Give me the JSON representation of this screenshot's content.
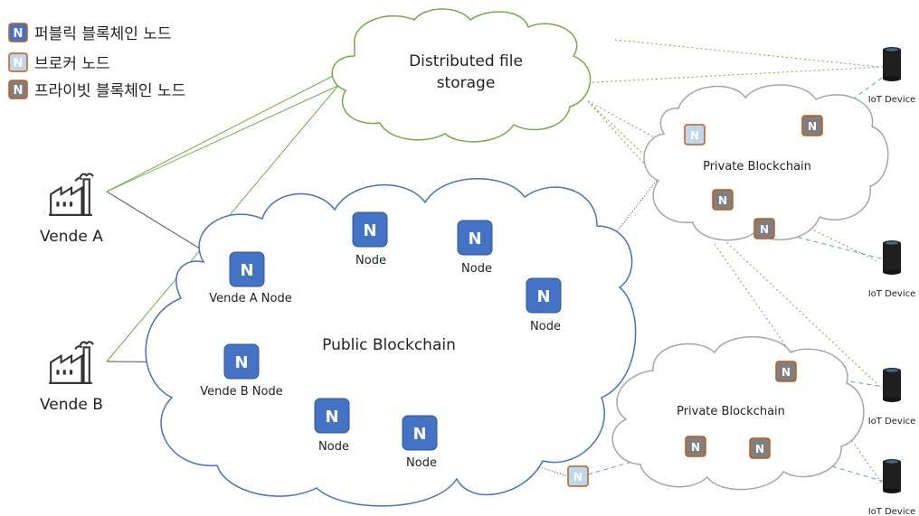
{
  "legend": {
    "public": {
      "badge": "N",
      "label": "퍼블릭 블록체인 노드"
    },
    "broker": {
      "badge": "N",
      "label": "브로커 노드"
    },
    "private": {
      "badge": "N",
      "label": "프라이빗 블록체인 노드"
    }
  },
  "clouds": {
    "storage": {
      "line1": "Distributed file",
      "line2": "storage"
    },
    "public": "Public Blockchain",
    "private_top": "Private Blockchain",
    "private_bottom": "Private Blockchain"
  },
  "factories": {
    "a": "Vende A",
    "b": "Vende B"
  },
  "nodes": {
    "badge": "N",
    "vende_a": "Vende A Node",
    "vende_b": "Vende B Node",
    "node1": "Node",
    "node2": "Node",
    "node3": "Node",
    "node4": "Node",
    "node5": "Node"
  },
  "iot": [
    "IoT Device",
    "IoT Device",
    "IoT Device",
    "IoT Device"
  ],
  "colors": {
    "public_node": "#4472c4",
    "broker_node": "#bdd7ee",
    "private_node": "#7f7f7f",
    "node_border": "#c55a11",
    "storage_cloud": "#70ad47",
    "public_cloud": "#4472c4",
    "private_cloud": "#a6a6a6"
  }
}
